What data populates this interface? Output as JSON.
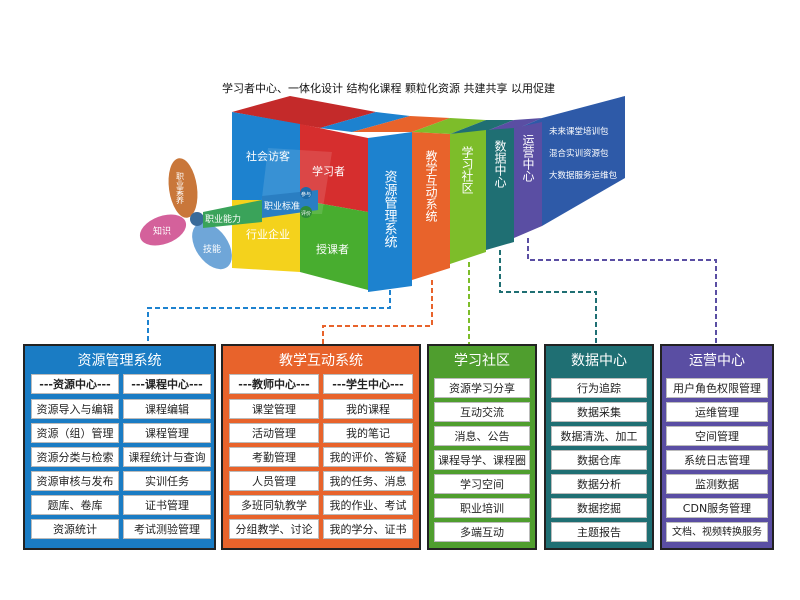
{
  "slogan": "学习者中心、一体化设计  结构化课程  颗粒化资源  共建共享  以用促建",
  "cube_labels": {
    "social": "社会访客",
    "learner": "学习者",
    "teacher": "授课者",
    "industry": "行业企业",
    "participate": "参与",
    "evaluate": "评价"
  },
  "axis_labels": {
    "standard": "职业标准",
    "ability": "职业能力",
    "quality": "职业素养",
    "knowledge": "知识",
    "skill": "技能"
  },
  "bands": {
    "resource": "资源管理系统",
    "interact": "教学互动系统",
    "community": "学习社区",
    "data": "数据中心",
    "ops": "运营中心"
  },
  "packages": [
    "未来课堂培训包",
    "混合实训资源包",
    "大数据服务运维包"
  ],
  "panels": {
    "resource": {
      "title": "资源管理系统",
      "col1_header": "---资源中心---",
      "col1": [
        "资源导入与编辑",
        "资源（组）管理",
        "资源分类与检索",
        "资源审核与发布",
        "题库、卷库",
        "资源统计"
      ],
      "col2_header": "---课程中心---",
      "col2": [
        "课程编辑",
        "课程管理",
        "课程统计与查询",
        "实训任务",
        "证书管理",
        "考试测验管理"
      ]
    },
    "interact": {
      "title": "教学互动系统",
      "col1_header": "---教师中心---",
      "col1": [
        "课堂管理",
        "活动管理",
        "考勤管理",
        "人员管理",
        "多班同轨教学",
        "分组教学、讨论"
      ],
      "col2_header": "---学生中心---",
      "col2": [
        "我的课程",
        "我的笔记",
        "我的评价、答疑",
        "我的任务、消息",
        "我的作业、考试",
        "我的学分、证书"
      ]
    },
    "community": {
      "title": "学习社区",
      "items": [
        "资源学习分享",
        "互动交流",
        "消息、公告",
        "课程导学、课程圈",
        "学习空间",
        "职业培训",
        "多端互动"
      ]
    },
    "data": {
      "title": "数据中心",
      "items": [
        "行为追踪",
        "数据采集",
        "数据清洗、加工",
        "数据仓库",
        "数据分析",
        "数据挖掘",
        "主题报告"
      ]
    },
    "ops": {
      "title": "运营中心",
      "items": [
        "用户角色权限管理",
        "运维管理",
        "空间管理",
        "系统日志管理",
        "监测数据",
        "CDN服务管理",
        "文档、视频转换服务"
      ]
    }
  }
}
